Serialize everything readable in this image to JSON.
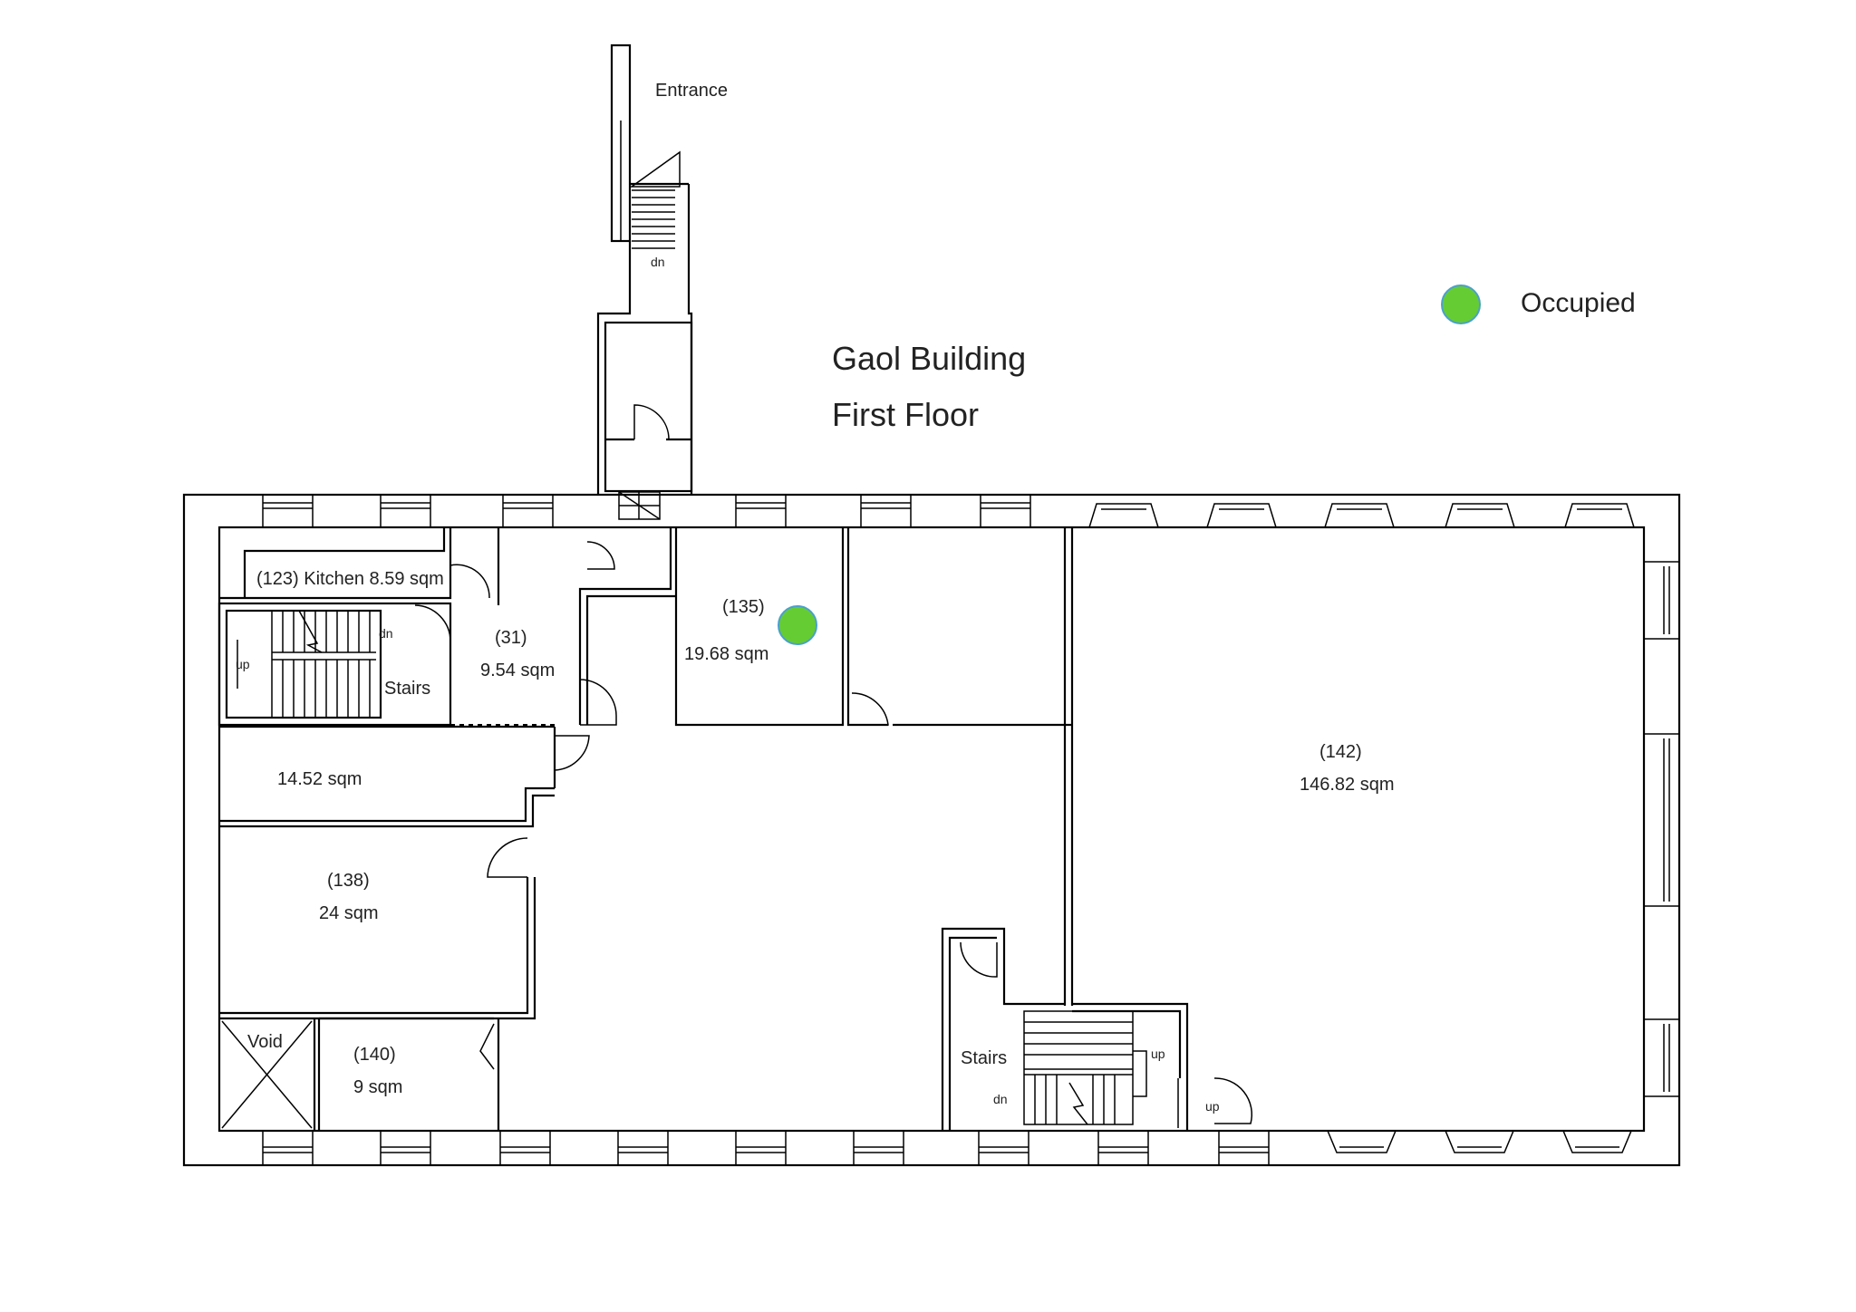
{
  "title": {
    "line1": "Gaol Building",
    "line2": "First Floor"
  },
  "legend": {
    "label": "Occupied",
    "color": "#66cc33",
    "icon": "occupied-dot-icon"
  },
  "labels": {
    "entrance": "Entrance",
    "dn_entrance": "dn",
    "kitchen": "(123) Kitchen 8.59 sqm",
    "stairs_left": "Stairs",
    "stairs_left_up": "up",
    "stairs_left_dn": "dn",
    "room_31_num": "(31)",
    "room_31_area": "9.54 sqm",
    "room_135_num": "(135)",
    "room_135_area": "19.68 sqm",
    "room_1452_area": "14.52 sqm",
    "room_138_num": "(138)",
    "room_138_area": "24 sqm",
    "void": "Void",
    "room_140_num": "(140)",
    "room_140_area": "9 sqm",
    "stairs_right": "Stairs",
    "stairs_right_up": "up",
    "stairs_right_dn": "dn",
    "small_up": "up",
    "room_142_num": "(142)",
    "room_142_area": "146.82 sqm"
  },
  "occupied_rooms": [
    "(135)"
  ]
}
